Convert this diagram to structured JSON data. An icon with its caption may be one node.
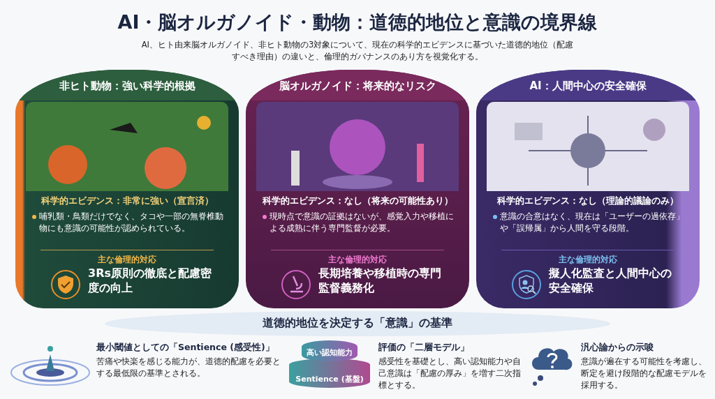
{
  "diagram": {
    "title": "AI・脳オルガノイド・動物：道徳的地位と意識の境界線",
    "nodes": [
      {
        "text": [
          "非ヒト動物：強い科学的根拠",
          "科学的エビデンス：非常に強い（宣言済）",
          "哺乳類・鳥類だけでなく、タコや一部の無脊椎動物にも意識の可能性が認められている。",
          "主な倫理的対応",
          "3Rs原則の徹底と配慮密度の向上"
        ]
      },
      {
        "text": [
          "脳オルガノイド：将来的なリスク",
          "科学的エビデンス：なし（将来の可能性あり）",
          "現時点で意識の証拠はないが、感覚入力や移植による成熟に伴う専門監督が必要。",
          "主な倫理的対応",
          "長期培養や移植時の専門監督義務化"
        ]
      },
      {
        "text": [
          "AI：人間中心の安全確保",
          "科学的エビデンス：なし（理論的議論のみ）",
          "意識の合意はなく、現在は「ユーザーの過依存」や「誤帰属」から人間を守る段階。",
          "主な倫理的対応",
          "擬人化監査と人間中心の安全確保"
        ]
      },
      {
        "text": [
          "道徳的地位を決定する「意識」の基準"
        ]
      },
      {
        "text": [
          "高い認知能力"
        ]
      },
      {
        "text": [
          "Sentience (基盤)"
        ]
      }
    ],
    "labels": [
      "AI、ヒト由来脳オルガノイド、非ヒト動物の3対象について、現在の科学的エビデンスに基づいた道徳的地位（配慮すべき理由）の違いと、倫理的ガバナンスのあり方を視覚化する。",
      "最小閾値としての「Sentience (感受性)」",
      "苦痛や快楽を感じる能力が、道徳的配慮を必要とする最低限の基準とされる。",
      "評価の「二層モデル」",
      "感受性を基礎とし、高い認知能力や自己意識は「配慮の厚み」を増す二次指標とする。",
      "汎心論からの示唆",
      "意識が遍在する可能性を考慮し、断定を避け段階的な配慮モデルを採用する。"
    ]
  }
}
